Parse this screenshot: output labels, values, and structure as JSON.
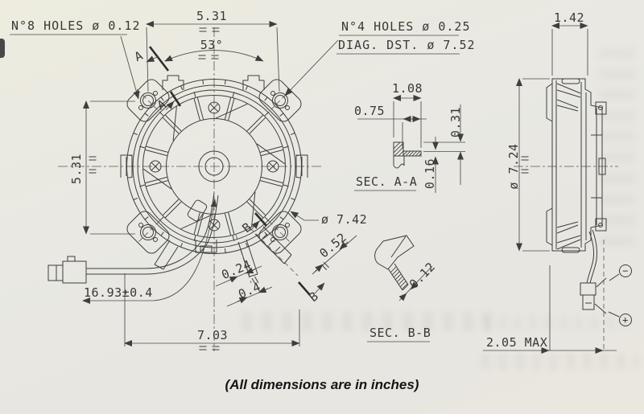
{
  "drawing": {
    "notes": {
      "holes8": "N°8 HOLES ø 0.12",
      "holes4": "N°4 HOLES ø 0.25",
      "diag_dist": "DIAG. DST. ø 7.52"
    },
    "front": {
      "dim_top": "5.31",
      "dim_angle": "53°",
      "dim_left": "5.31",
      "dia_outer": "ø 7.42",
      "dim_tab_w1": "0.24",
      "dim_tab_w2": "0.4",
      "dim_tab_b": "0.52",
      "dim_wire": "16.93±0.4",
      "dim_overall": "7.03",
      "marker_a": "A",
      "marker_b": "B"
    },
    "side": {
      "dim_depth": "1.42",
      "dia": "ø 7.24",
      "dim_max": "2.05 MAX",
      "minus": "−",
      "plus": "+"
    },
    "sec_aa": {
      "title": "SEC. A-A",
      "d1": "1.08",
      "d2": "0.75",
      "d3": "0.31",
      "d4": "0.16"
    },
    "sec_bb": {
      "title": "SEC. B-B",
      "d1": "0.12"
    },
    "footer": "(All dimensions are in inches)",
    "colors": {
      "paper": "#e9e8e4",
      "ink": "#3e3e3e"
    }
  }
}
